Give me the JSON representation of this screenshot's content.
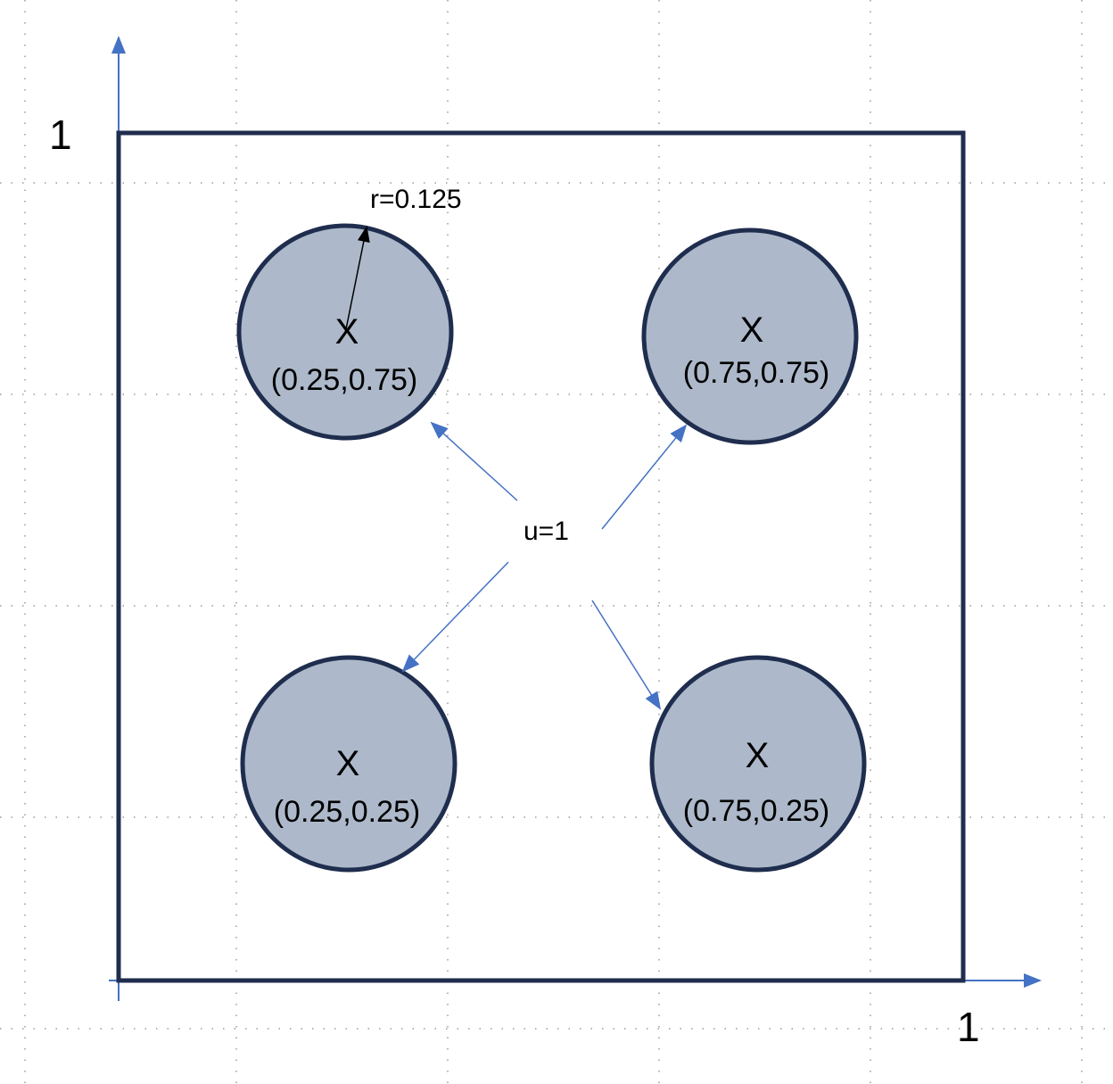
{
  "diagram": {
    "x_axis_end_label": "1",
    "y_axis_end_label": "1",
    "radius_label": "r=0.125",
    "velocity_label": "u=1",
    "circles": [
      {
        "marker": "X",
        "coords": "(0.25,0.75)"
      },
      {
        "marker": "X",
        "coords": "(0.75,0.75)"
      },
      {
        "marker": "X",
        "coords": "(0.25,0.25)"
      },
      {
        "marker": "X",
        "coords": "(0.75,0.25)"
      }
    ]
  },
  "colors": {
    "circle_fill": "#adb9ca",
    "outline": "#1f2d4e",
    "axis_arrow": "#4472c4"
  }
}
